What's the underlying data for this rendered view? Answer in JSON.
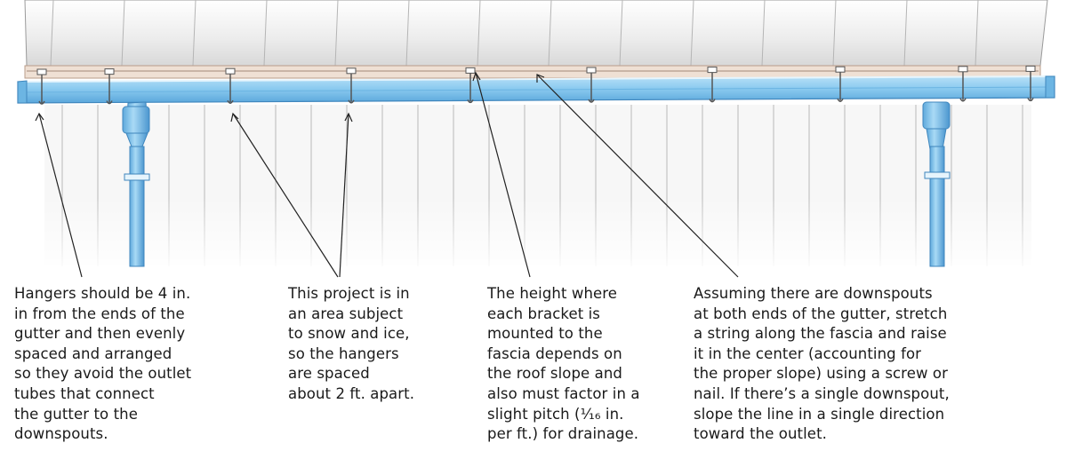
{
  "diagram": {
    "callouts": [
      {
        "id": "hanger-placement",
        "lines": [
          "Hangers should be 4 in.",
          "in from the ends of the",
          "gutter and then evenly",
          "spaced and arranged",
          "so they avoid the outlet",
          "tubes that connect",
          "the gutter to the",
          "downspouts."
        ]
      },
      {
        "id": "hanger-spacing",
        "lines": [
          "This project is in",
          "an area subject",
          "to snow and ice,",
          "so the hangers",
          "are spaced",
          "about 2 ft. apart."
        ]
      },
      {
        "id": "bracket-height",
        "lines": [
          "The height where",
          "each bracket is",
          "mounted to the",
          "fascia depends on",
          "the roof slope and",
          "also must factor in a",
          "slight pitch (",
          "¹⁄₁₆ in.",
          "per ft.) for drainage."
        ]
      },
      {
        "id": "string-line",
        "lines": [
          "Assuming there are downspouts",
          "at both ends of the gutter, stretch",
          "a string along the fascia and raise",
          "it in the center (accounting for",
          "the proper slope) using a screw or",
          "nail. If there’s a single downspout,",
          "slope the line in a single direction",
          "toward the outlet."
        ]
      }
    ],
    "colors": {
      "gutter": "#8ccbf0",
      "gutter_dark": "#4f9fd6",
      "downspout": "#7fc2ec",
      "siding_line": "#b9b9b9",
      "roof": "#dcdcdc",
      "fascia": "#e9d6c8",
      "hanger": "#555555",
      "leader": "#222222",
      "text": "#1a1a1a"
    }
  }
}
